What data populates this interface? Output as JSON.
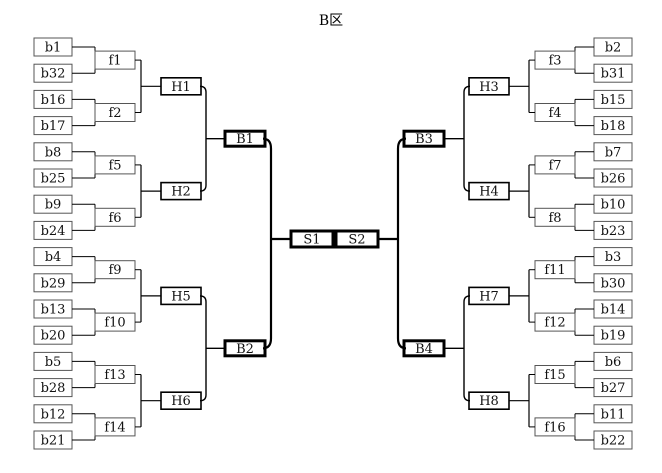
{
  "title": "B区",
  "left": {
    "teams": [
      "b1",
      "b32",
      "b16",
      "b17",
      "b8",
      "b25",
      "b9",
      "b24",
      "b4",
      "b29",
      "b13",
      "b20",
      "b5",
      "b28",
      "b12",
      "b21"
    ],
    "r1": [
      "f1",
      "f2",
      "f5",
      "f6",
      "f9",
      "f10",
      "f13",
      "f14"
    ],
    "r2": [
      "H1",
      "H2",
      "H5",
      "H6"
    ],
    "r3": [
      "B1",
      "B2"
    ],
    "semi": "S1"
  },
  "right": {
    "teams": [
      "b2",
      "b31",
      "b15",
      "b18",
      "b7",
      "b26",
      "b10",
      "b23",
      "b3",
      "b30",
      "b14",
      "b19",
      "b6",
      "b27",
      "b11",
      "b22"
    ],
    "r1": [
      "f3",
      "f4",
      "f7",
      "f8",
      "f11",
      "f12",
      "f15",
      "f16"
    ],
    "r2": [
      "H3",
      "H4",
      "H7",
      "H8"
    ],
    "r3": [
      "B3",
      "B4"
    ],
    "semi": "S2"
  },
  "colors": {
    "line": "#000000",
    "thin_box": "#555555",
    "thick_box": "#000000"
  }
}
